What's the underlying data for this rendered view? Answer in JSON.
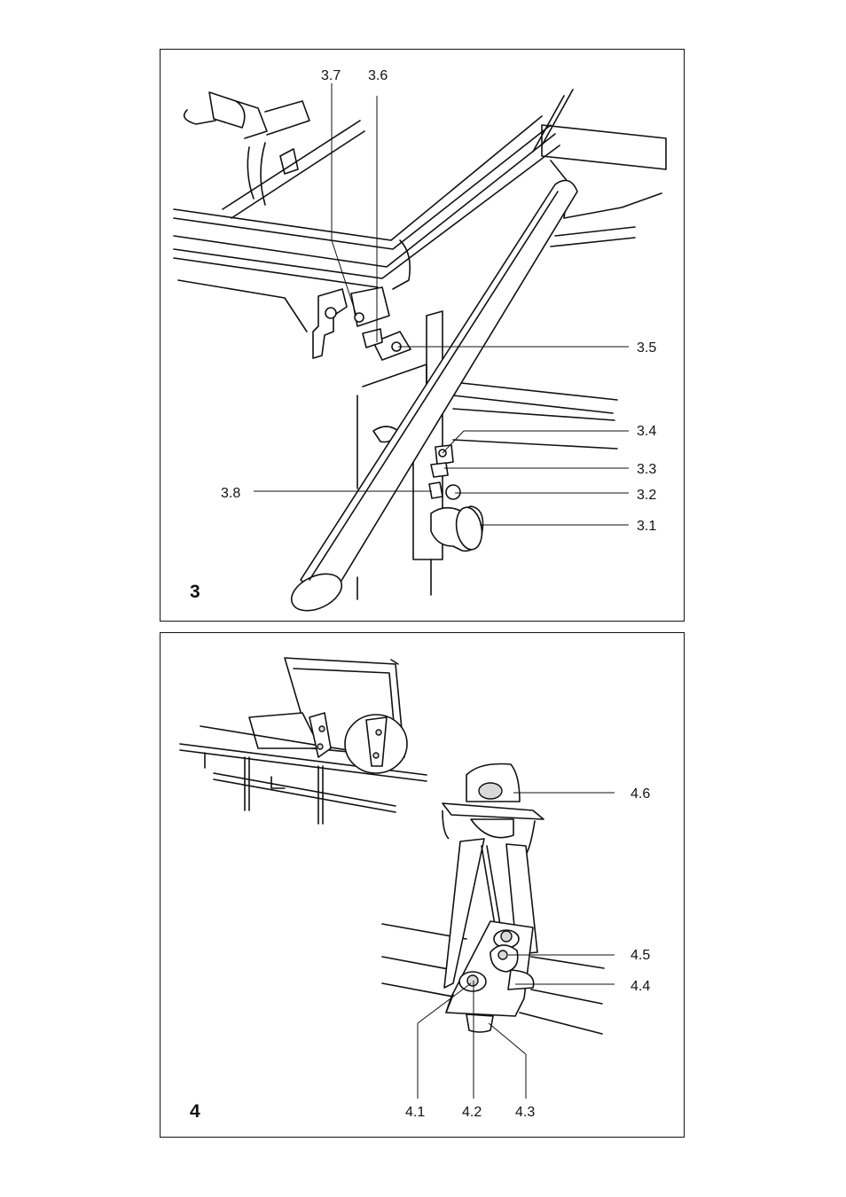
{
  "figure3": {
    "number": "3",
    "labels": {
      "l37": "3.7",
      "l36": "3.6",
      "l35": "3.5",
      "l34": "3.4",
      "l33": "3.3",
      "l38": "3.8",
      "l32": "3.2",
      "l31": "3.1"
    }
  },
  "figure4": {
    "number": "4",
    "labels": {
      "l46": "4.6",
      "l45": "4.5",
      "l44": "4.4",
      "l41": "4.1",
      "l42": "4.2",
      "l43": "4.3"
    }
  }
}
